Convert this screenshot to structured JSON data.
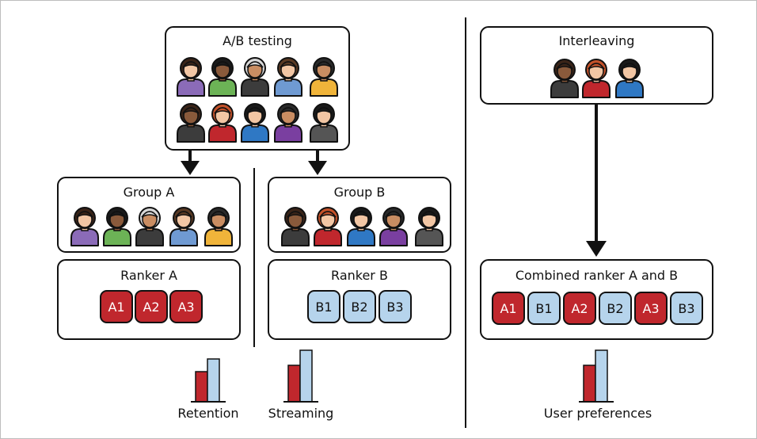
{
  "colors": {
    "variant_a": "#c0272d",
    "variant_b": "#b6d4ec",
    "stroke": "#111111",
    "skin_dark": "#8a5a3b",
    "skin_light": "#f2c6a4"
  },
  "ab_testing": {
    "title": "A/B testing",
    "group_a": {
      "title": "Group A"
    },
    "group_b": {
      "title": "Group B"
    },
    "ranker_a": {
      "title": "Ranker A",
      "items": [
        "A1",
        "A2",
        "A3"
      ]
    },
    "ranker_b": {
      "title": "Ranker B",
      "items": [
        "B1",
        "B2",
        "B3"
      ]
    },
    "metrics": [
      {
        "label": "Retention",
        "bars": [
          "variant_a",
          "variant_b"
        ]
      },
      {
        "label": "Streaming",
        "bars": [
          "variant_a",
          "variant_b"
        ]
      }
    ]
  },
  "interleaving": {
    "title": "Interleaving",
    "combined": {
      "title": "Combined ranker A and B",
      "items": [
        "A1",
        "B1",
        "A2",
        "B2",
        "A3",
        "B3"
      ]
    },
    "metric": {
      "label": "User preferences",
      "bars": [
        "variant_a",
        "variant_b"
      ]
    }
  }
}
